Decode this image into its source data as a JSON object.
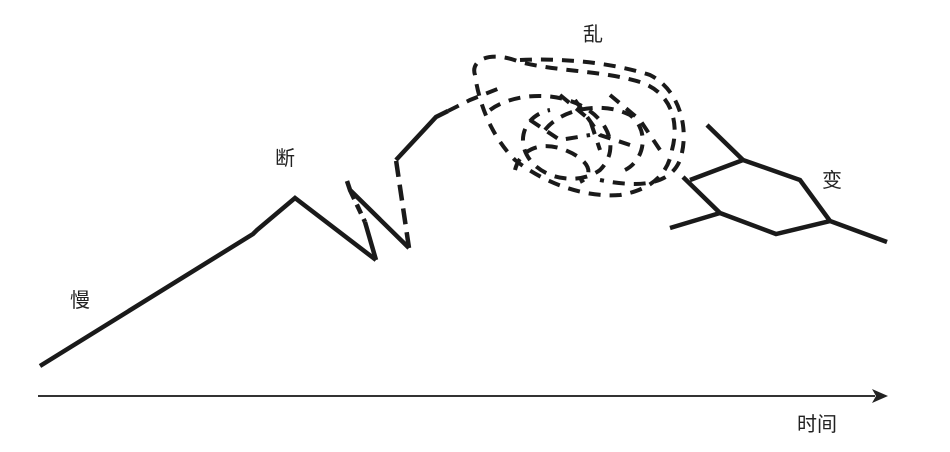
{
  "diagram": {
    "stroke_color": "#1a1a1a",
    "labels": {
      "slow": "慢",
      "break": "断",
      "chaos": "乱",
      "change": "变",
      "axis": "时间"
    }
  }
}
